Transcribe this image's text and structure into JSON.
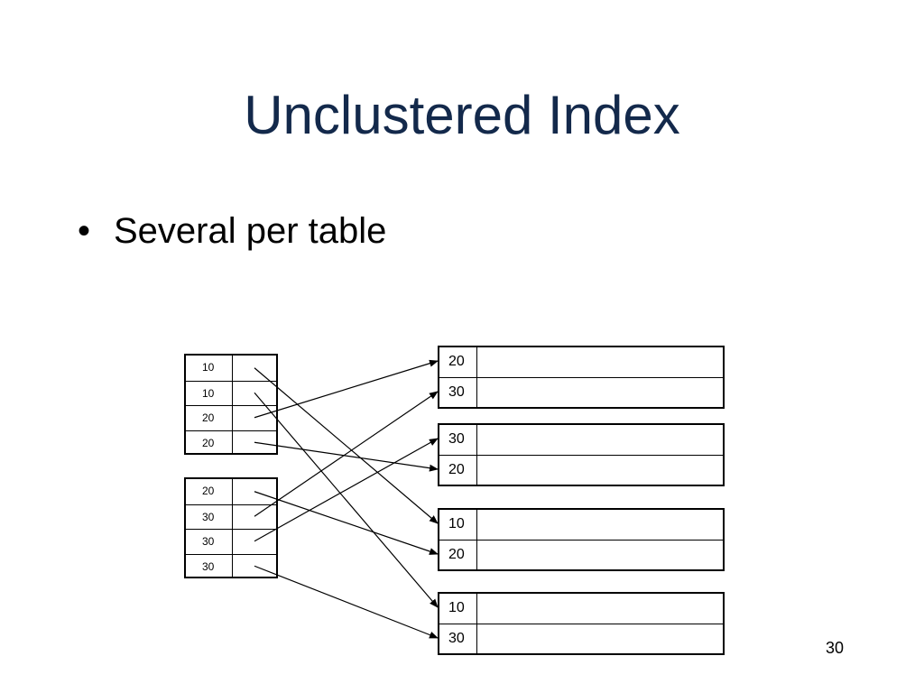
{
  "slide": {
    "title": "Unclustered Index",
    "bullet": "Several per table",
    "page_number": "30"
  },
  "index_tables": [
    {
      "keys": [
        "10",
        "10",
        "20",
        "20"
      ]
    },
    {
      "keys": [
        "20",
        "30",
        "30",
        "30"
      ]
    }
  ],
  "data_pages": [
    {
      "keys": [
        "20",
        "30"
      ]
    },
    {
      "keys": [
        "30",
        "20"
      ]
    },
    {
      "keys": [
        "10",
        "20"
      ]
    },
    {
      "keys": [
        "10",
        "30"
      ]
    }
  ],
  "pointers": [
    {
      "from": [
        0,
        0
      ],
      "to": [
        2,
        0
      ]
    },
    {
      "from": [
        0,
        1
      ],
      "to": [
        3,
        0
      ]
    },
    {
      "from": [
        0,
        2
      ],
      "to": [
        0,
        0
      ]
    },
    {
      "from": [
        0,
        3
      ],
      "to": [
        1,
        1
      ]
    },
    {
      "from": [
        1,
        0
      ],
      "to": [
        2,
        1
      ]
    },
    {
      "from": [
        1,
        1
      ],
      "to": [
        0,
        1
      ]
    },
    {
      "from": [
        1,
        2
      ],
      "to": [
        1,
        0
      ]
    },
    {
      "from": [
        1,
        3
      ],
      "to": [
        3,
        1
      ]
    }
  ]
}
